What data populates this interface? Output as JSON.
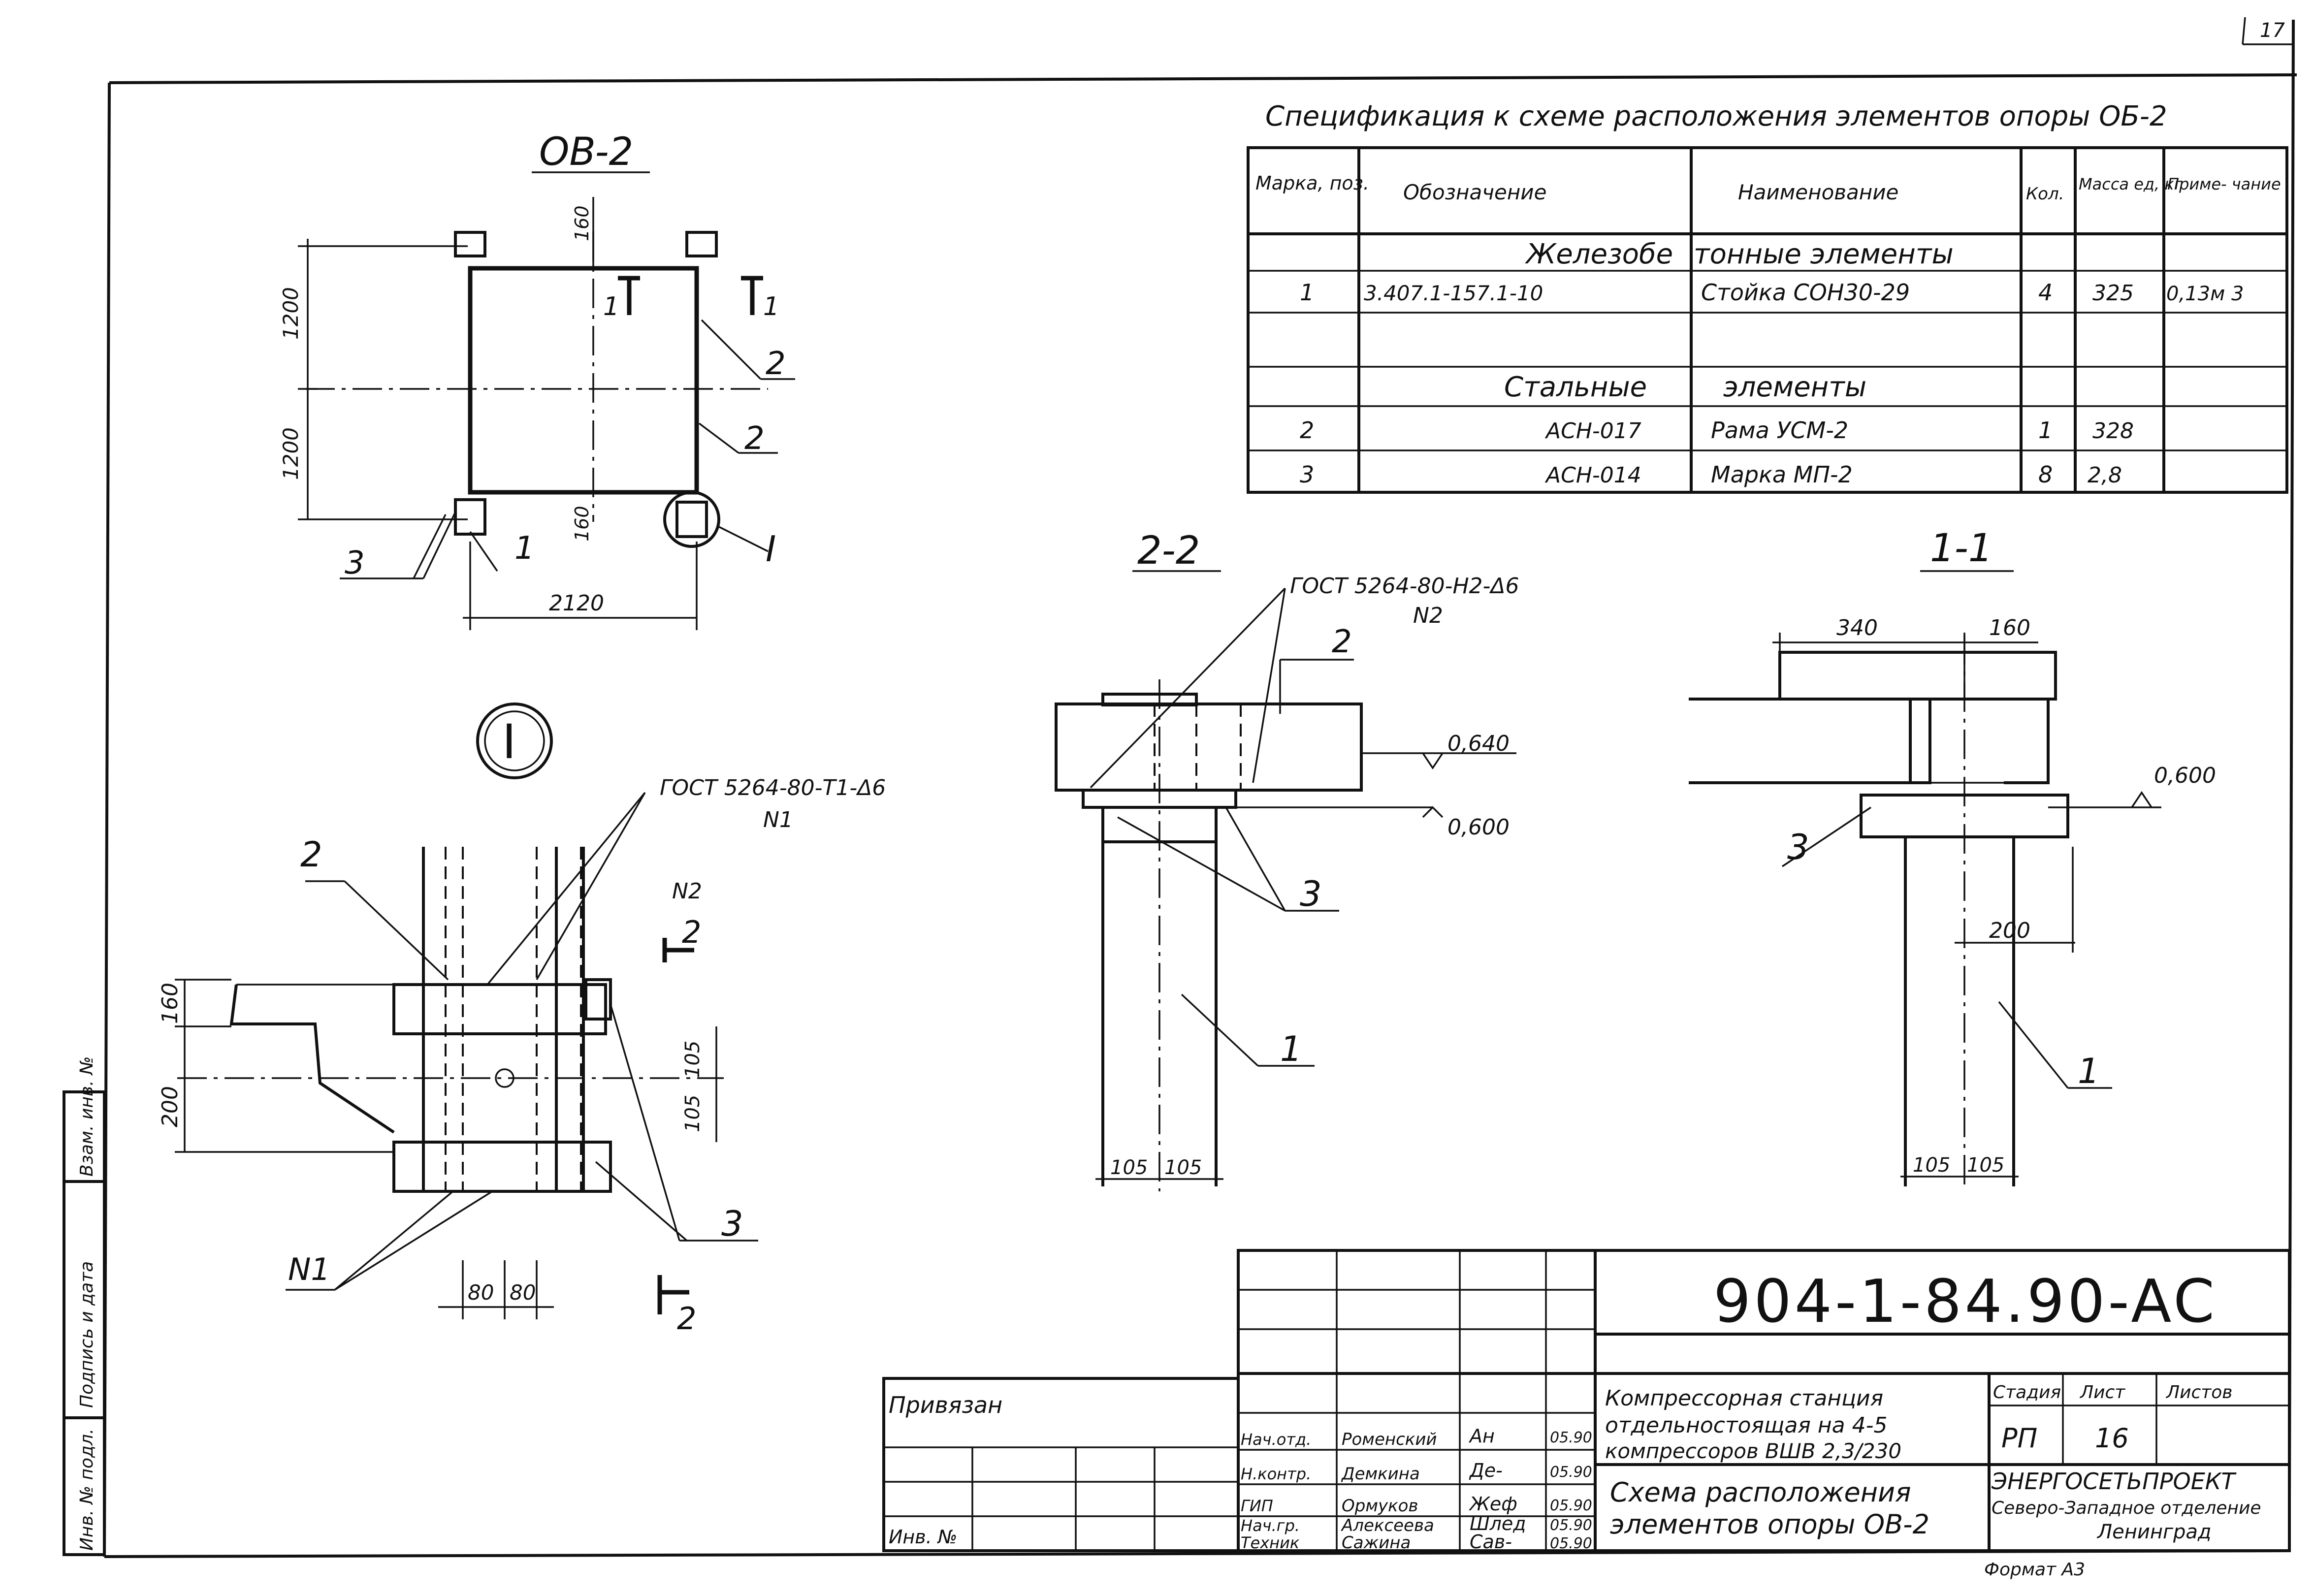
{
  "page_number": "17",
  "drawing_number": "904-1-84.90-AC",
  "plan": {
    "title": "OB-2",
    "dims": {
      "d160_top": "160",
      "d1200_a": "1200",
      "d1200_b": "1200",
      "d160_bottom": "160",
      "d2120": "2120"
    },
    "callouts": {
      "c1": "1",
      "c2a": "2",
      "c2b": "2",
      "c3": "3",
      "detail": "I",
      "section_1_left": "1",
      "section_1_right": "1"
    }
  },
  "detail_I": {
    "marker": "I",
    "weld_label": "ГОСТ 5264-80-Т1-Δ6",
    "weld_n1": "N1",
    "weld_n2": "N2",
    "dims": {
      "d160": "160",
      "d200": "200",
      "d105a": "105",
      "d105b": "105",
      "d80a": "80",
      "d80b": "80"
    },
    "callouts": {
      "c2": "2",
      "c3": "3",
      "n1": "N1",
      "section": "2"
    }
  },
  "section_2_2": {
    "title": "2-2",
    "weld_label": "ГОСТ 5264-80-Н2-Δ6",
    "weld_n2": "N2",
    "level_top": "0,640",
    "level_bottom": "0,600",
    "callouts": {
      "c2": "2",
      "c3": "3",
      "c1": "1"
    },
    "dims": {
      "d105a": "105",
      "d105b": "105"
    }
  },
  "section_1_1": {
    "title": "1-1",
    "dims": {
      "d340": "340",
      "d160": "160",
      "d200": "200",
      "d105a": "105",
      "d105b": "105"
    },
    "level": "0,600",
    "callouts": {
      "c3": "3",
      "c1": "1"
    }
  },
  "spec": {
    "title": "Спецификация к схеме расположения элементов опоры ОБ-2",
    "headers": [
      "Марка, поз.",
      "Обозначение",
      "Наименование",
      "Кол.",
      "Масса ед, кг",
      "Приме- чание"
    ],
    "group_concrete": [
      "Железобе",
      "тонные элементы"
    ],
    "group_steel": [
      "Стальные",
      "элементы"
    ],
    "rows": [
      {
        "pos": "1",
        "code": "3.407.1-157.1-10",
        "name": "Стойка СОН30-29",
        "qty": "4",
        "mass": "325",
        "note": "0,13м 3"
      },
      {
        "pos": "2",
        "code": "АСН-017",
        "name": "Рама УСМ-2",
        "qty": "1",
        "mass": "328",
        "note": ""
      },
      {
        "pos": "3",
        "code": "АСН-014",
        "name": "Марка МП-2",
        "qty": "8",
        "mass": "2,8",
        "note": ""
      }
    ]
  },
  "title_block": {
    "privyazan": "Привязан",
    "inv_no": "Инв. №",
    "roles": [
      "Нач.отд.",
      "Н.контр.",
      "ГИП",
      "Нач.гр.",
      "Техник"
    ],
    "names": [
      "Роменский",
      "Демкина",
      "Ормуков",
      "Алексеева",
      "Сажина"
    ],
    "signatures": [
      "Ан",
      "Де-",
      "Жеф",
      "Шлед",
      "Сав-"
    ],
    "dates": [
      "05.90",
      "05.90",
      "05.90",
      "05.90",
      "05.90"
    ],
    "project": [
      "Компрессорная станция",
      "отдельностоящая на 4-5",
      "компрессоров ВШВ 2,3/230"
    ],
    "sheet_title": [
      "Схема расположения",
      "элементов опоры ОВ-2"
    ],
    "stage_label": "Стадия",
    "sheet_label": "Лист",
    "sheets_label": "Листов",
    "stage": "РП",
    "sheet": "16",
    "org": [
      "ЭНЕРГОСЕТЬПРОЕКТ",
      "Северо-Западное отделение",
      "Ленинград"
    ],
    "format": "Формат А3"
  },
  "left_strip": [
    "Инв. № подл.",
    "Подпись и дата",
    "Взам. инв. №"
  ]
}
